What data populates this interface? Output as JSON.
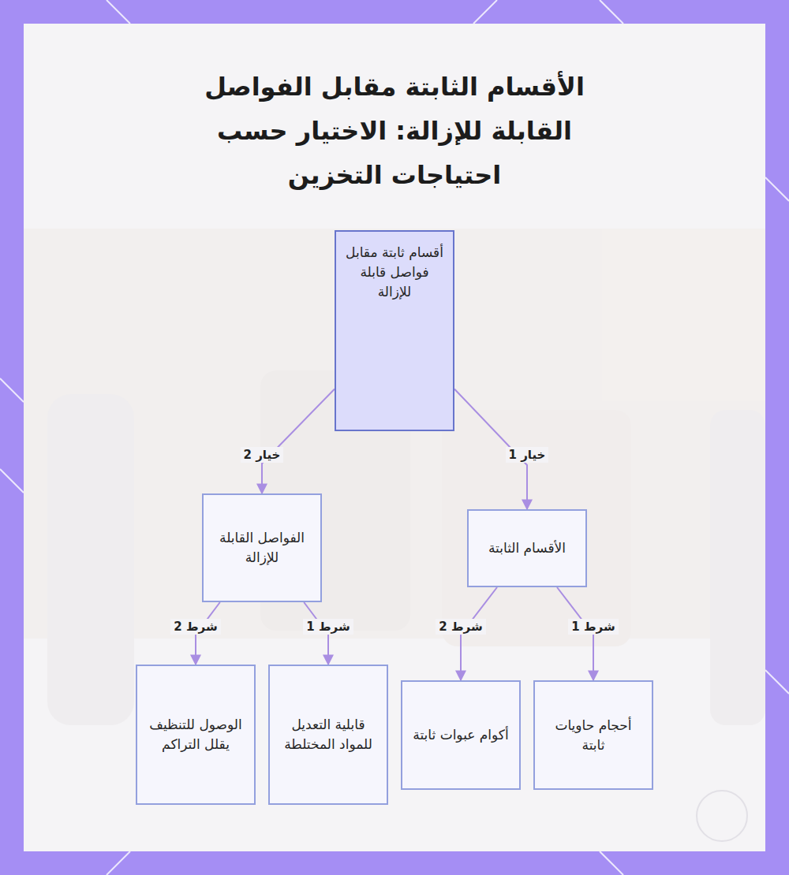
{
  "diagram": {
    "title": "الأقسام الثابتة مقابل الفواصل القابلة للإزالة: الاختيار حسب احتياجات التخزين",
    "nodes": [
      {
        "text": [
          "أقسام ثابتة مقابل فواصل قابلة للإزالة"
        ]
      },
      {
        "text": [
          "الأقسام الثابتة"
        ]
      },
      {
        "text": [
          "الفواصل القابلة للإزالة"
        ]
      },
      {
        "text": [
          "أحجام حاويات ثابتة"
        ]
      },
      {
        "text": [
          "أكوام عبوات ثابتة"
        ]
      },
      {
        "text": [
          "قابلية التعديل للمواد المختلطة"
        ]
      },
      {
        "text": [
          "الوصول للتنظيف يقلل التراكم"
        ]
      }
    ],
    "edges": [
      {
        "from": 0,
        "to": 1,
        "label": "خيار 1",
        "arrow": "to"
      },
      {
        "from": 0,
        "to": 2,
        "label": "خيار 2",
        "arrow": "to"
      },
      {
        "from": 1,
        "to": 3,
        "label": "شرط 1",
        "arrow": "to"
      },
      {
        "from": 1,
        "to": 4,
        "label": "شرط 2",
        "arrow": "to"
      },
      {
        "from": 2,
        "to": 5,
        "label": "شرط 1",
        "arrow": "to"
      },
      {
        "from": 2,
        "to": 6,
        "label": "شرط 2",
        "arrow": "to"
      }
    ]
  }
}
